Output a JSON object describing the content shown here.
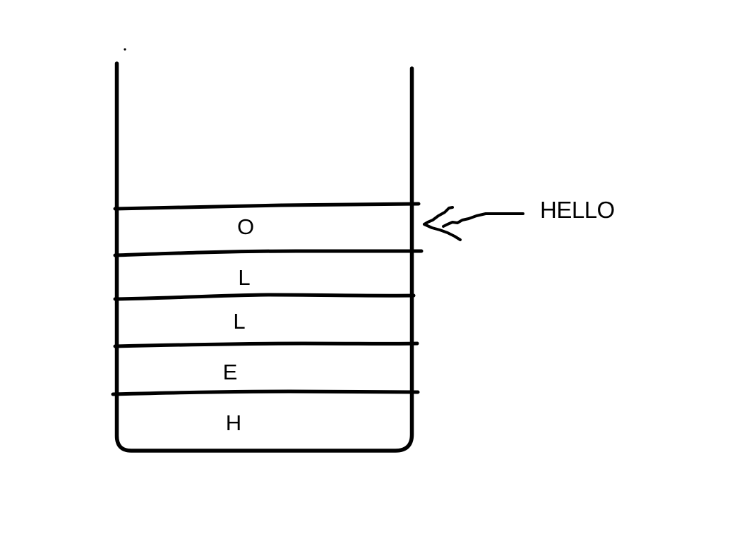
{
  "colors": {
    "stroke": "#000000",
    "background": "#ffffff"
  },
  "stack": {
    "items": [
      "O",
      "L",
      "L",
      "E",
      "H"
    ]
  },
  "annotation": {
    "label": "HELLO"
  }
}
